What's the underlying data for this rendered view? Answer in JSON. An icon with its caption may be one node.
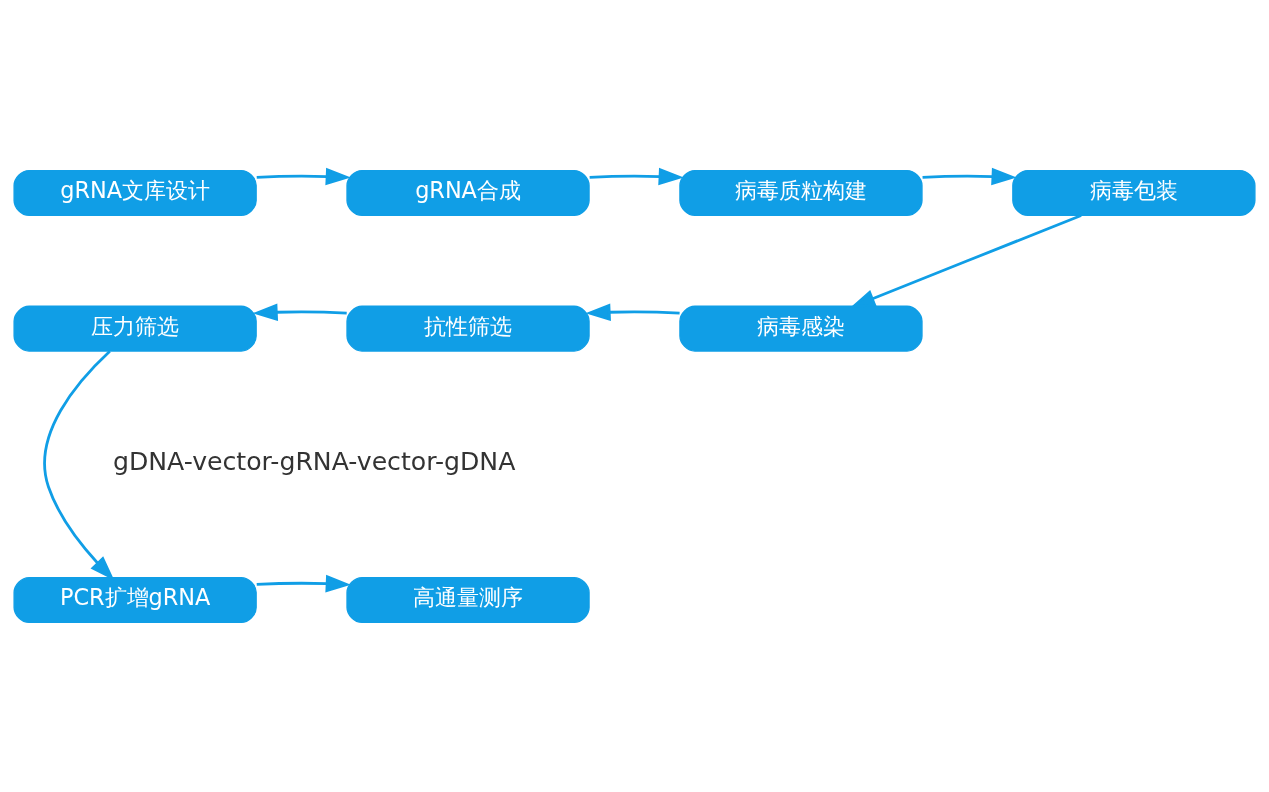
{
  "diagram": {
    "nodes": [
      {
        "text": [
          "gRNA文库设计"
        ]
      },
      {
        "text": [
          "gRNA合成"
        ]
      },
      {
        "text": [
          "病毒质粒构建"
        ]
      },
      {
        "text": [
          "病毒包装"
        ]
      },
      {
        "text": [
          "压力筛选"
        ]
      },
      {
        "text": [
          "抗性筛选"
        ]
      },
      {
        "text": [
          "病毒感染"
        ]
      },
      {
        "text": [
          "PCR扩增gRNA"
        ]
      },
      {
        "text": [
          "高通量测序"
        ]
      }
    ],
    "edges": [
      {
        "from": 0,
        "to": 1,
        "arrow": "to"
      },
      {
        "from": 1,
        "to": 2,
        "arrow": "to"
      },
      {
        "from": 2,
        "to": 3,
        "arrow": "to"
      },
      {
        "from": 3,
        "to": 6,
        "arrow": "to"
      },
      {
        "from": 6,
        "to": 5,
        "arrow": "to"
      },
      {
        "from": 5,
        "to": 4,
        "arrow": "to"
      },
      {
        "from": 4,
        "to": 7,
        "arrow": "to"
      },
      {
        "from": 7,
        "to": 8,
        "arrow": "to"
      }
    ],
    "labels": [
      "gDNA-vector-gRNA-vector-gDNA"
    ]
  }
}
